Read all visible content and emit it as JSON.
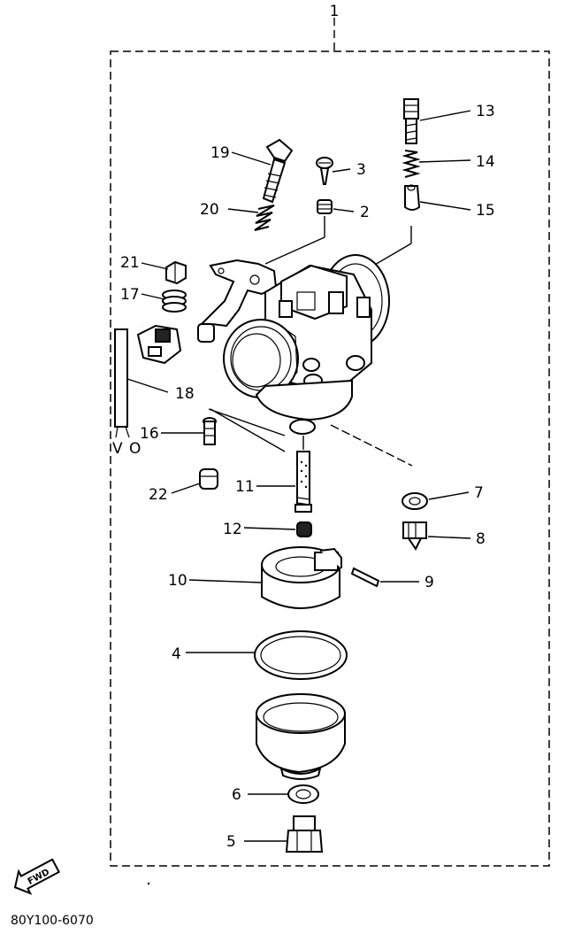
{
  "diagram": {
    "assembly_number": "1",
    "drawing_code": "80Y100-6070",
    "direction_label": "FWD",
    "parts": [
      {
        "id": "p1",
        "number": "1"
      },
      {
        "id": "p2",
        "number": "2"
      },
      {
        "id": "p3",
        "number": "3"
      },
      {
        "id": "p4",
        "number": "4"
      },
      {
        "id": "p5",
        "number": "5"
      },
      {
        "id": "p6",
        "number": "6"
      },
      {
        "id": "p7",
        "number": "7"
      },
      {
        "id": "p8",
        "number": "8"
      },
      {
        "id": "p9",
        "number": "9"
      },
      {
        "id": "p10",
        "number": "10"
      },
      {
        "id": "p11",
        "number": "11"
      },
      {
        "id": "p12",
        "number": "12"
      },
      {
        "id": "p13",
        "number": "13"
      },
      {
        "id": "p14",
        "number": "14"
      },
      {
        "id": "p15",
        "number": "15"
      },
      {
        "id": "p16",
        "number": "16"
      },
      {
        "id": "p17",
        "number": "17"
      },
      {
        "id": "p18",
        "number": "18"
      },
      {
        "id": "p19",
        "number": "19"
      },
      {
        "id": "p20",
        "number": "20"
      },
      {
        "id": "p21",
        "number": "21"
      },
      {
        "id": "p22",
        "number": "22"
      }
    ],
    "hose_end_labels": [
      "V",
      "O"
    ]
  }
}
